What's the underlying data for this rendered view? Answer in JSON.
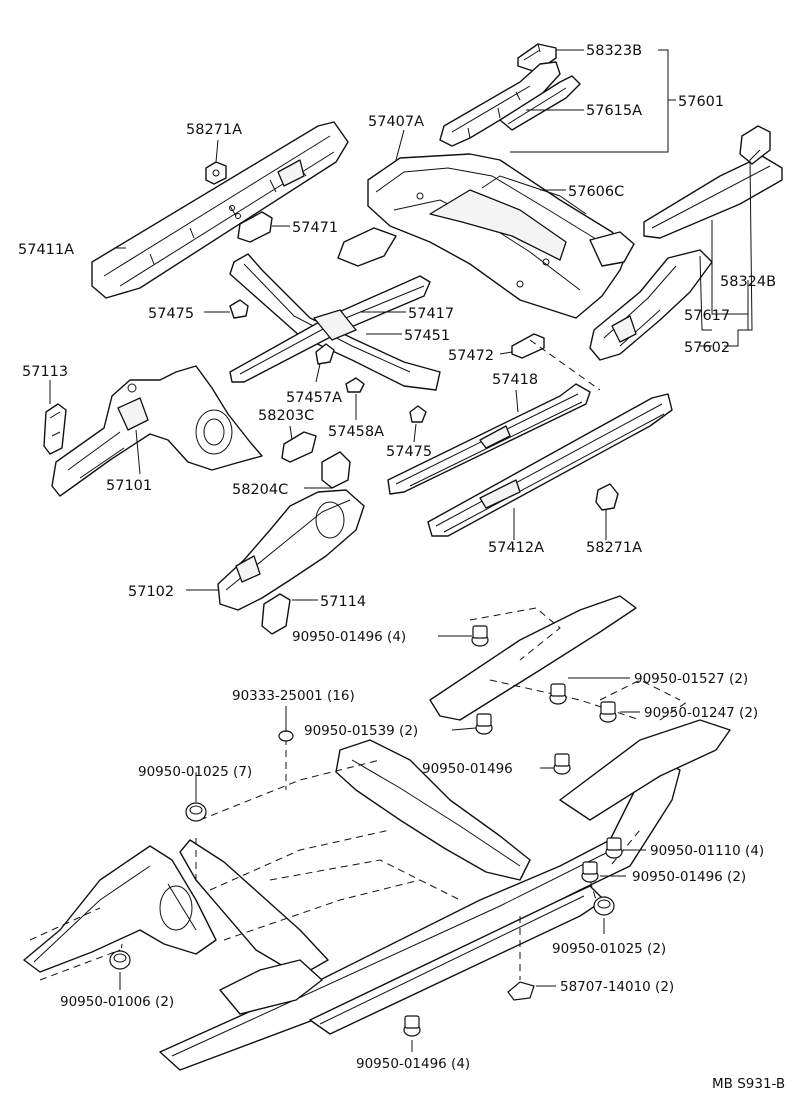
{
  "callouts": [
    {
      "id": "58323B",
      "text": "58323B"
    },
    {
      "id": "57601",
      "text": "57601"
    },
    {
      "id": "57615A",
      "text": "57615A"
    },
    {
      "id": "58271A-top",
      "text": "58271A"
    },
    {
      "id": "57407A",
      "text": "57407A"
    },
    {
      "id": "57606C",
      "text": "57606C"
    },
    {
      "id": "58324B",
      "text": "58324B"
    },
    {
      "id": "57471",
      "text": "57471"
    },
    {
      "id": "57411A",
      "text": "57411A"
    },
    {
      "id": "57475-left",
      "text": "57475"
    },
    {
      "id": "57417",
      "text": "57417"
    },
    {
      "id": "57451",
      "text": "57451"
    },
    {
      "id": "57617",
      "text": "57617"
    },
    {
      "id": "57602",
      "text": "57602"
    },
    {
      "id": "57472",
      "text": "57472"
    },
    {
      "id": "57113",
      "text": "57113"
    },
    {
      "id": "57457A",
      "text": "57457A"
    },
    {
      "id": "57418",
      "text": "57418"
    },
    {
      "id": "58203C",
      "text": "58203C"
    },
    {
      "id": "57458A",
      "text": "57458A"
    },
    {
      "id": "57475-mid",
      "text": "57475"
    },
    {
      "id": "57101",
      "text": "57101"
    },
    {
      "id": "58204C",
      "text": "58204C"
    },
    {
      "id": "57412A",
      "text": "57412A"
    },
    {
      "id": "58271A-bottom",
      "text": "58271A"
    },
    {
      "id": "57102",
      "text": "57102"
    },
    {
      "id": "57114",
      "text": "57114"
    },
    {
      "id": "90950-01496-4-top",
      "text": "90950-01496 (4)"
    },
    {
      "id": "90950-01527-2",
      "text": "90950-01527 (2)"
    },
    {
      "id": "90333-25001-16",
      "text": "90333-25001 (16)"
    },
    {
      "id": "90950-01247-2",
      "text": "90950-01247 (2)"
    },
    {
      "id": "90950-01539-2",
      "text": "90950-01539 (2)"
    },
    {
      "id": "90950-01025-7",
      "text": "90950-01025 (7)"
    },
    {
      "id": "90950-01496-mid",
      "text": "90950-01496"
    },
    {
      "id": "90950-01110-4",
      "text": "90950-01110 (4)"
    },
    {
      "id": "90950-01496-2",
      "text": "90950-01496 (2)"
    },
    {
      "id": "90950-01025-2",
      "text": "90950-01025 (2)"
    },
    {
      "id": "58707-14010-2",
      "text": "58707-14010 (2)"
    },
    {
      "id": "90950-01006-2",
      "text": "90950-01006 (2)"
    },
    {
      "id": "90950-01496-4-bottom",
      "text": "90950-01496 (4)"
    }
  ],
  "drawing_code": "MB  S931-B"
}
